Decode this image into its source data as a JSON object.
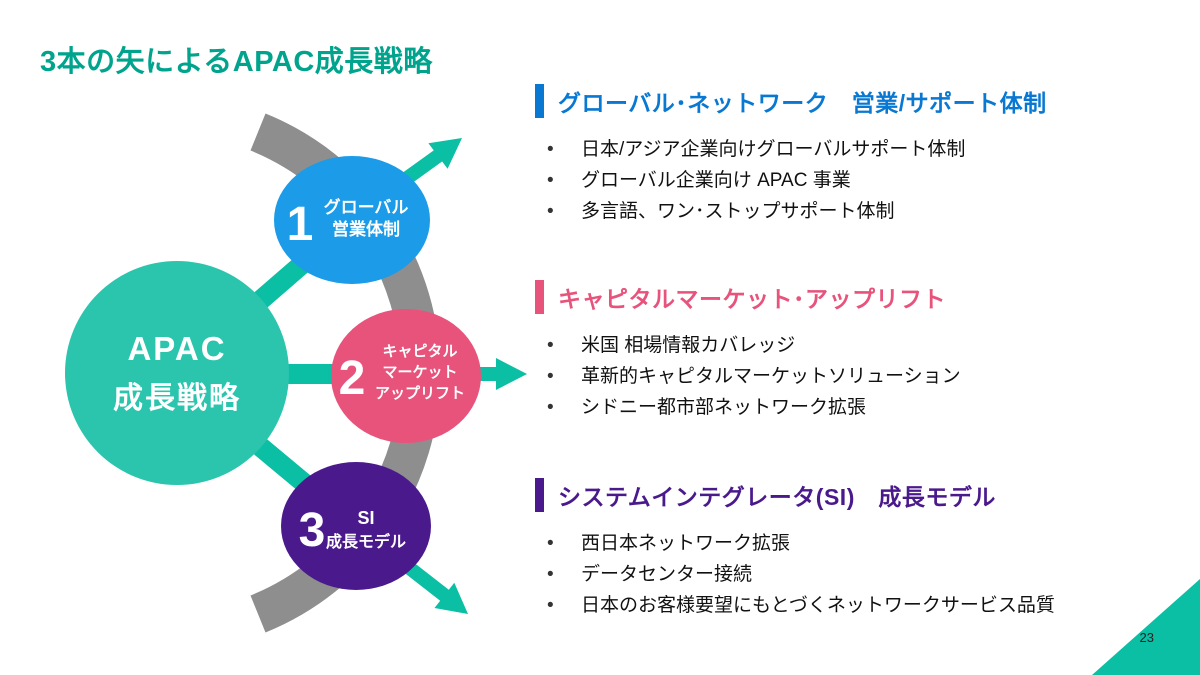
{
  "slide": {
    "title": "3本の矢によるAPAC成長戦略",
    "page_number": "23"
  },
  "colors": {
    "title_teal": "#00A38C",
    "hub": "#2BC5AE",
    "arrow": "#0ABFA3",
    "arc_gray": "#8E8E8E",
    "node_blue": "#1B9BE8",
    "node_pink": "#E8537C",
    "node_purple": "#4A1A8C",
    "header_blue": "#0878D2",
    "header_pink": "#E8537C",
    "header_purple": "#4A1A8C",
    "corner": "#0ABFA3"
  },
  "diagram": {
    "hub": {
      "line1": "APAC",
      "line2": "成長戦略"
    },
    "nodes": [
      {
        "number": "1",
        "label_lines": [
          "グローバル",
          "営業体制"
        ]
      },
      {
        "number": "2",
        "label_lines": [
          "キャピタル",
          "マーケット",
          "アップリフト"
        ]
      },
      {
        "number": "3",
        "label_lines": [
          "SI",
          "成長モデル"
        ]
      }
    ]
  },
  "sections": [
    {
      "title": "グローバル･ネットワーク　営業/サポート体制",
      "bullets": [
        "日本/アジア企業向けグローバルサポート体制",
        "グローバル企業向け APAC 事業",
        "多言語、ワン･ストップサポート体制"
      ]
    },
    {
      "title": "キャピタルマーケット･アップリフト",
      "bullets": [
        "米国 相場情報カバレッジ",
        "革新的キャピタルマーケットソリューション",
        "シドニー都市部ネットワーク拡張"
      ]
    },
    {
      "title": "システムインテグレータ(SI)　成長モデル",
      "bullets": [
        "西日本ネットワーク拡張",
        "データセンター接続",
        "日本のお客様要望にもとづくネットワークサービス品質"
      ]
    }
  ]
}
